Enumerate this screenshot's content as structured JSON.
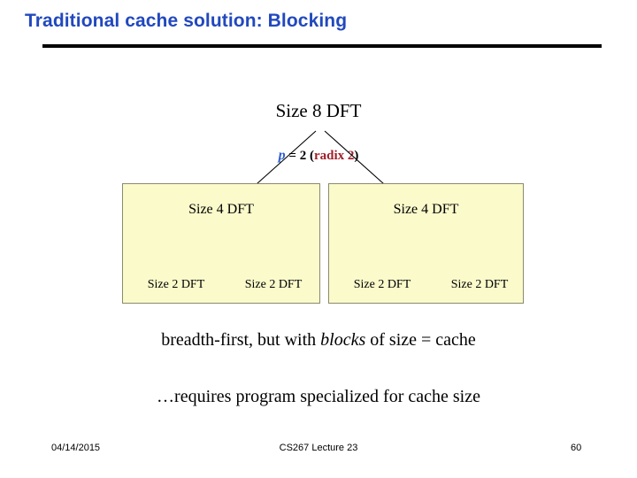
{
  "slide": {
    "title": "Traditional cache solution: Blocking",
    "title_color": "#2148BE",
    "rule_color": "#000000",
    "background": "#ffffff"
  },
  "tree": {
    "root_label": "Size 8 DFT",
    "annotation": {
      "variable": "p",
      "variable_color": "#2F5FD0",
      "equals": "= 2 (",
      "radix_text": "radix 2",
      "radix_color": "#A02028",
      "close_paren": ")"
    },
    "blocks": [
      {
        "name": "left-block",
        "fill": "#FBFACB",
        "border": "#8A8A6E",
        "title": "Size 4 DFT",
        "leaves": [
          "Size 2 DFT",
          "Size 2 DFT"
        ]
      },
      {
        "name": "right-block",
        "fill": "#FBFACB",
        "border": "#8A8A6E",
        "title": "Size 4 DFT",
        "leaves": [
          "Size 2 DFT",
          "Size 2 DFT"
        ]
      }
    ]
  },
  "captions": {
    "line1_pre": "breadth-first, but with ",
    "line1_em": "blocks",
    "line1_post": " of size = cache",
    "line2": "…requires program specialized for cache size"
  },
  "footer": {
    "date": "04/14/2015",
    "center": "CS267 Lecture 23",
    "page": "60"
  }
}
